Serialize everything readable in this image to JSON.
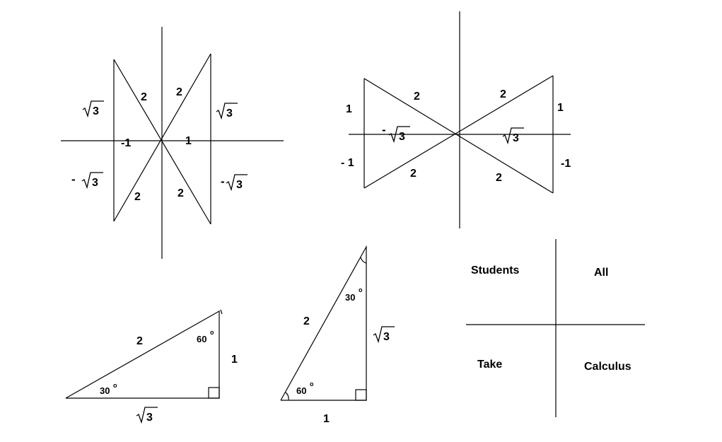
{
  "diagram_a": {
    "hyp_upper_left": "2",
    "hyp_upper_right": "2",
    "hyp_lower_left": "2",
    "hyp_lower_right": "2",
    "y_upper_left": "3",
    "y_upper_right": "3",
    "y_lower_left": "3",
    "y_lower_right": "3",
    "neg_sign_left": "-",
    "neg_sign_right": "-",
    "x_neg": "-1",
    "x_pos": "1"
  },
  "diagram_b": {
    "hyp_upper_left": "2",
    "hyp_upper_right": "2",
    "hyp_lower_left": "2",
    "hyp_lower_right": "2",
    "y_upper_left": "1",
    "y_upper_right": "1",
    "y_lower_left": "- 1",
    "y_lower_right": "-1",
    "x_left_sign": "-",
    "x_left_root": "3",
    "x_right_root": "3"
  },
  "triangle_30": {
    "hypotenuse": "2",
    "opposite": "1",
    "adjacent": "3",
    "angle_bottom": "30",
    "angle_top": "60",
    "degree": "o"
  },
  "triangle_60": {
    "hypotenuse": "2",
    "opposite": "3",
    "adjacent": "1",
    "angle_bottom": "60",
    "angle_top": "30",
    "degree": "o"
  },
  "mnemonic": {
    "q2": "Students",
    "q1": "All",
    "q3": "Take",
    "q4": "Calculus"
  }
}
